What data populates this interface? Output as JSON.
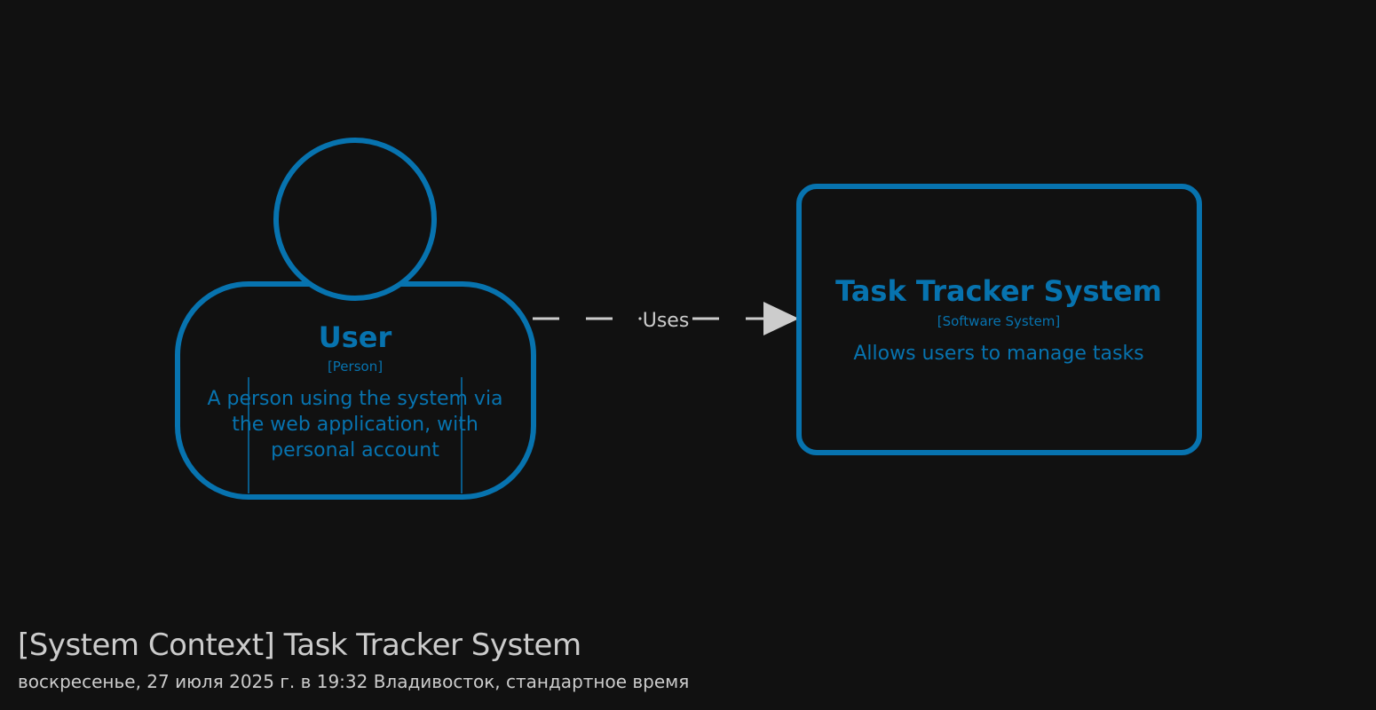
{
  "colors": {
    "background": "#111111",
    "element": "#0773af",
    "relationship": "#cccccc",
    "footer_text": "#cccccc"
  },
  "person": {
    "name": "User",
    "type": "[Person]",
    "description_lines": [
      "A person using the system via",
      "the web application, with",
      "personal account"
    ]
  },
  "relationship": {
    "label": "Uses"
  },
  "system": {
    "name": "Task Tracker System",
    "type": "[Software System]",
    "description": "Allows users to manage tasks"
  },
  "footer": {
    "title": "[System Context] Task Tracker System",
    "date": "воскресенье, 27 июля 2025 г. в 19:32 Владивосток, стандартное время"
  }
}
